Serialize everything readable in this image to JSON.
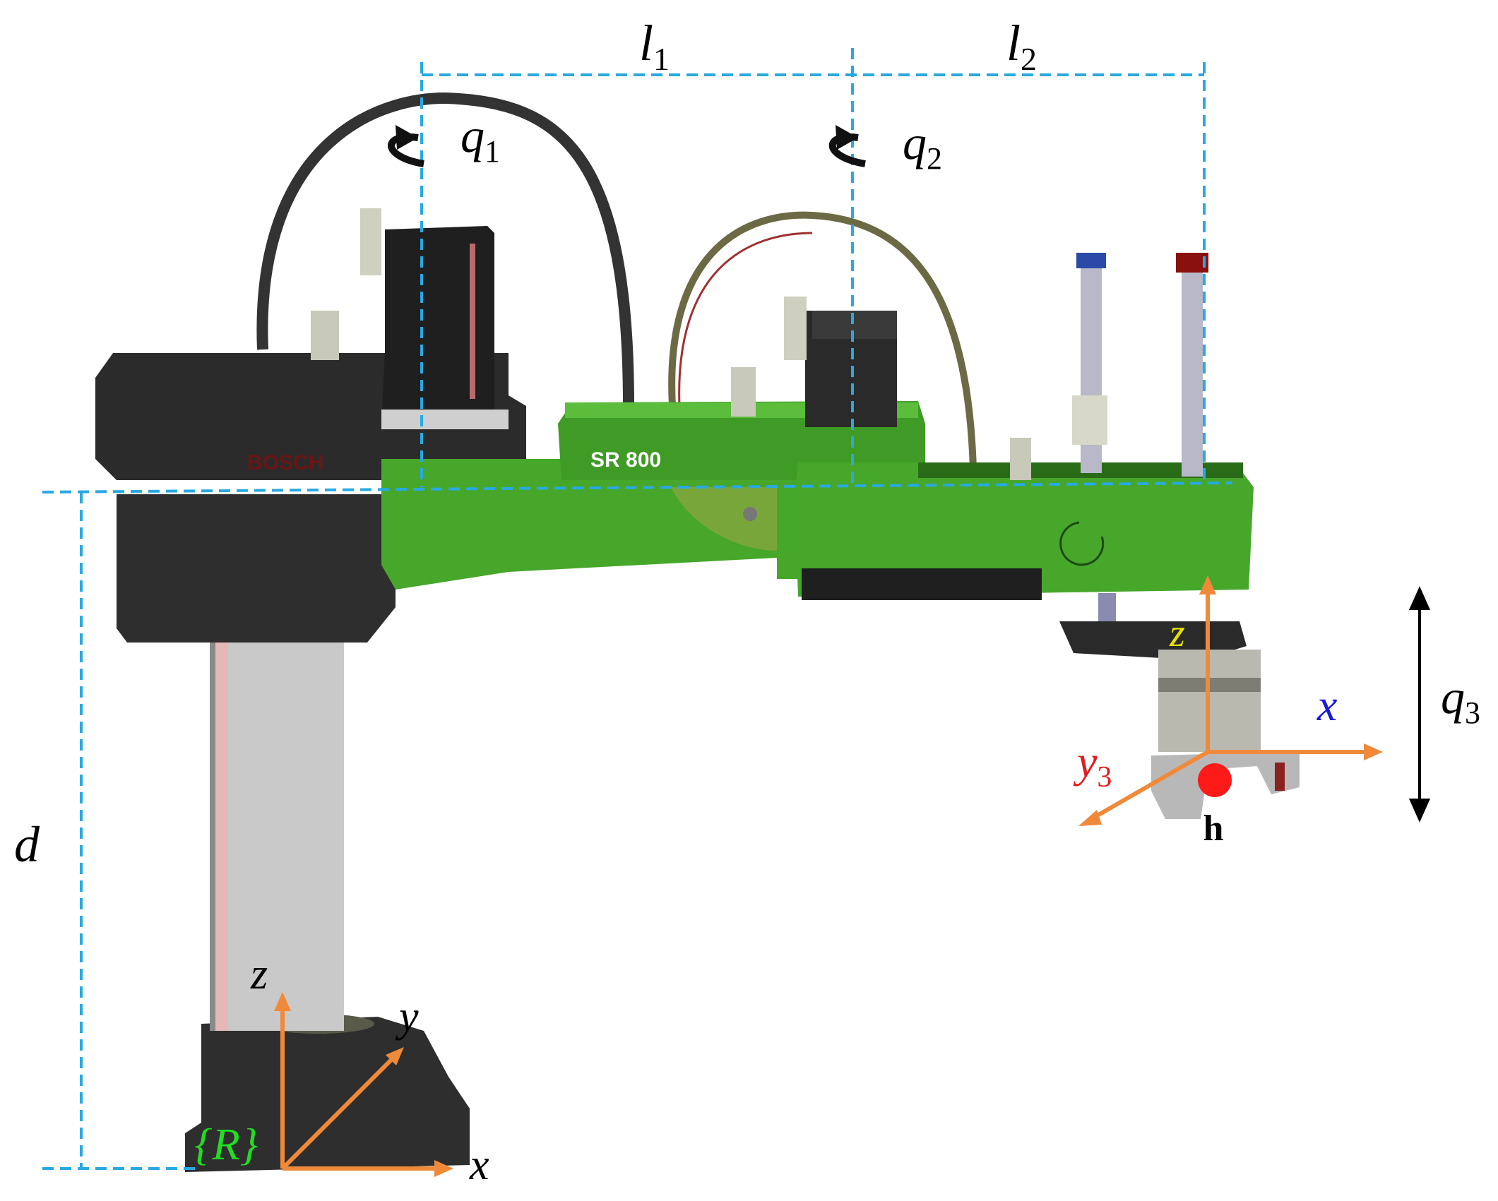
{
  "labels": {
    "l1": "l",
    "l1_sub": "1",
    "l2": "l",
    "l2_sub": "2",
    "q1": "q",
    "q1_sub": "1",
    "q2": "q",
    "q2_sub": "2",
    "q3": "q",
    "q3_sub": "3",
    "d": "d",
    "base_z": "z",
    "base_y": "y",
    "base_x": "x",
    "base_frame": "{R}",
    "tool_z": "z",
    "tool_x": "x",
    "tool_y": "y",
    "tool_y_sub": "3",
    "tool_point": "h"
  },
  "robot": {
    "brand_text": "BOSCH",
    "model_text": "SR 800"
  },
  "colors": {
    "dim_line": "#29a9e1",
    "axis_orange": "#f08a3a",
    "arm_green": "#46a72a",
    "dark_body": "#2e2e2e",
    "column_gray": "#c9c9c9",
    "frame_green": "#22dd22",
    "tool_x_blue": "#1a1ad9",
    "tool_y_red": "#e02020",
    "tool_z_yellow": "#e8e000",
    "target_point": "#ff1a1a"
  }
}
